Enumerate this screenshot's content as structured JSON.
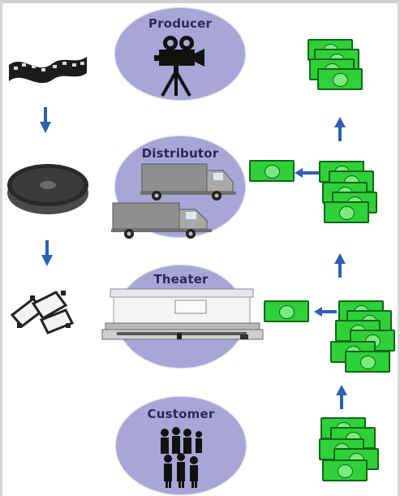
{
  "stages": [
    {
      "label": "Producer"
    },
    {
      "label": "Distributor"
    },
    {
      "label": "Theater"
    },
    {
      "label": "Customer"
    }
  ],
  "film_stages": [
    "film-strip",
    "film-reel",
    "film-frames"
  ],
  "colors": {
    "circle": "#a7a6d6",
    "circle_label": "#2b2a55",
    "arrow": "#2f5fb3",
    "money": "#2fd03a",
    "money_border": "#0d6a14"
  },
  "footnote": ""
}
